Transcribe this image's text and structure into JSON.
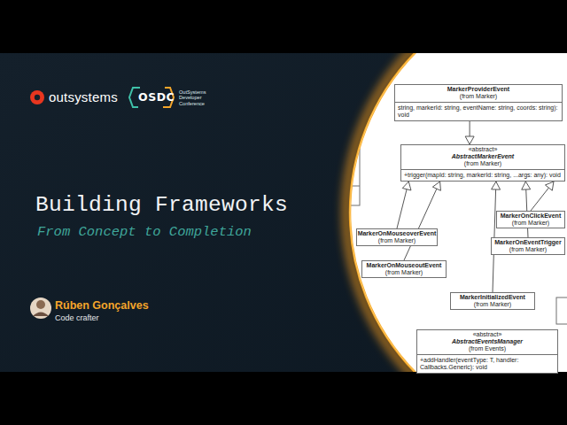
{
  "diagram": {
    "title": "Building Frameworks",
    "nodes": [
      {
        "text": [
          "MarkerProviderEvent",
          "(from Marker)",
          "string, markerId: string, eventName: string, coords: string): void"
        ]
      },
      {
        "text": [
          "«abstract»",
          "AbstractMarkerEvent",
          "(from Marker)",
          "+trigger(mapId: string, markerId: string, ...args: any): void"
        ]
      },
      {
        "text": [
          "MarkerOnClickEvent",
          "(from Marker)"
        ]
      },
      {
        "text": [
          "MarkerOnMouseoverEvent",
          "(from Marker)"
        ]
      },
      {
        "text": [
          "MarkerOnEventTrigger",
          "(from Marker)"
        ]
      },
      {
        "text": [
          "MarkerOnMouseoutEvent",
          "(from Marker)"
        ]
      },
      {
        "text": [
          "MarkerInitializedEvent",
          "(from Marker)"
        ]
      },
      {
        "text": [
          "«abstract»",
          "AbstractEventsManager",
          "(from Events)",
          "+addHandler(eventType: T, handler: Callbacks.Generic): void"
        ]
      }
    ],
    "edges": [
      {
        "from": 0,
        "to": 1,
        "arrow": "to"
      },
      {
        "from": 2,
        "to": 1,
        "arrow": "to"
      },
      {
        "from": 3,
        "to": 1,
        "arrow": "to"
      },
      {
        "from": 4,
        "to": 1,
        "arrow": "to"
      },
      {
        "from": 5,
        "to": 1,
        "arrow": "to"
      },
      {
        "from": 6,
        "to": 1,
        "arrow": "to"
      }
    ],
    "labels": [
      "outsystems",
      "OSDC",
      "OutSystems Developer Conference",
      "From Concept to Completion",
      "Rúben Gonçalves",
      "Code crafter"
    ]
  }
}
